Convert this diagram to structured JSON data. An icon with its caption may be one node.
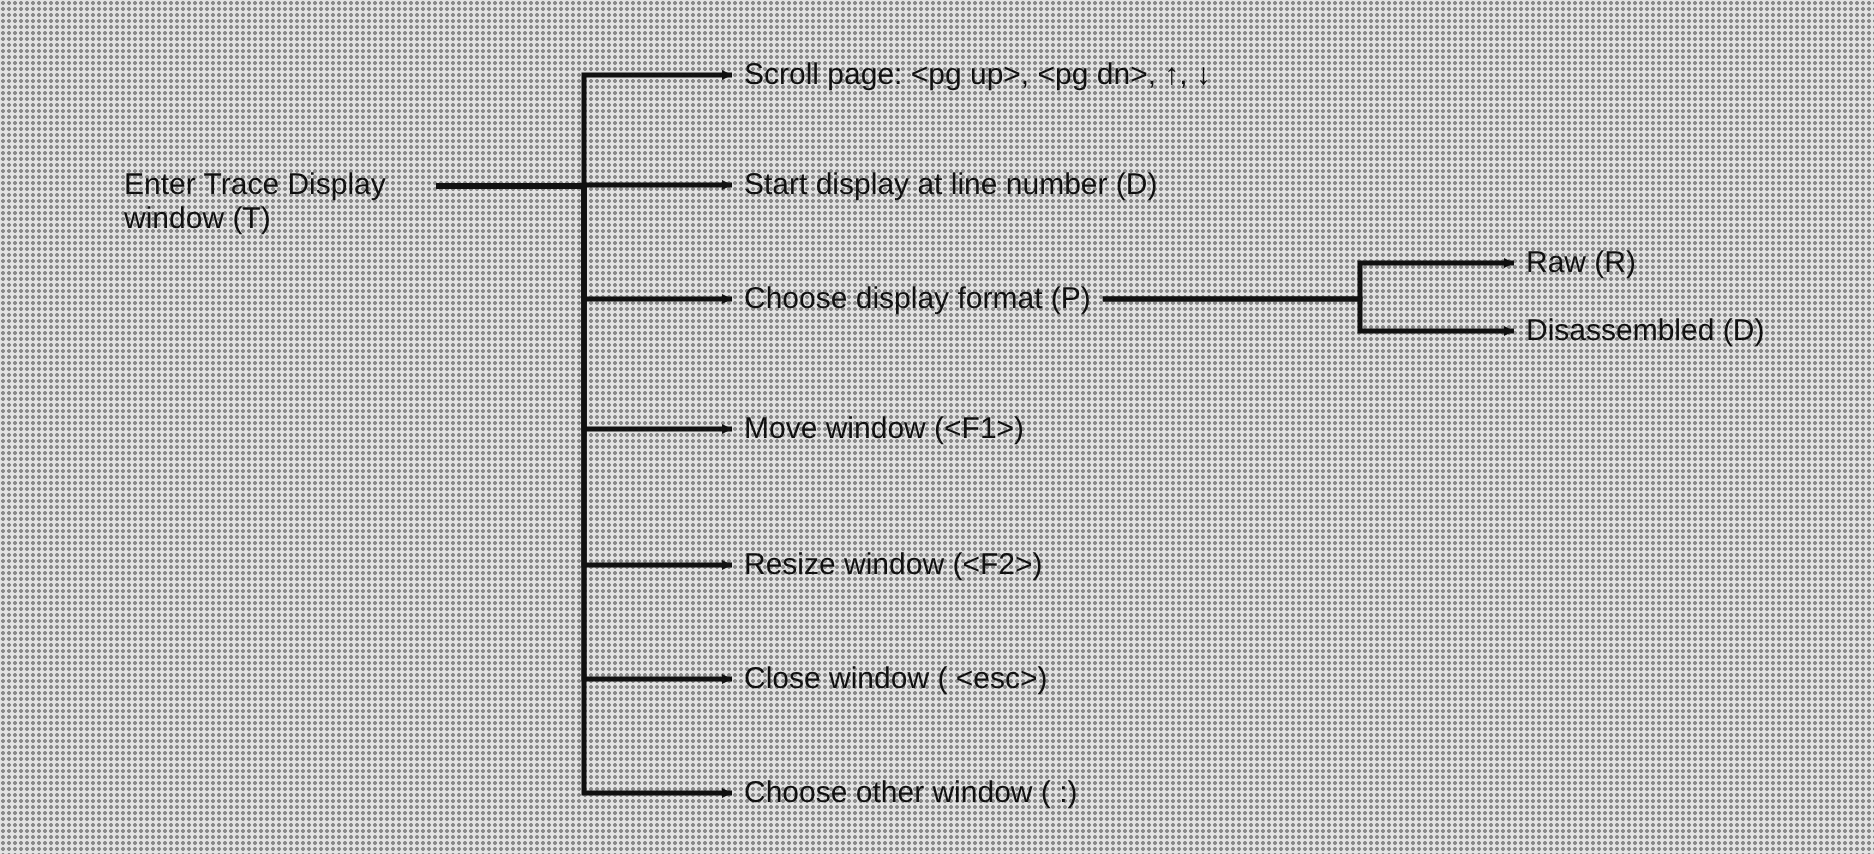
{
  "diagram": {
    "nodes": [
      {
        "text": [
          "Enter Trace Display window (T)"
        ]
      },
      {
        "text": [
          "Scroll page: <pg up>, <pg dn>, ↑, ↓"
        ]
      },
      {
        "text": [
          "Start display at line number (D)"
        ]
      },
      {
        "text": [
          "Choose display format (P)"
        ]
      },
      {
        "text": [
          "Move window (<F1>)"
        ]
      },
      {
        "text": [
          "Resize window (<F2>)"
        ]
      },
      {
        "text": [
          "Close window ( <esc>)"
        ]
      },
      {
        "text": [
          "Choose other window ( :)"
        ]
      },
      {
        "text": [
          "Raw (R)"
        ]
      },
      {
        "text": [
          "Disassembled (D)"
        ]
      }
    ],
    "edges": [
      {
        "from": 0,
        "to": 1,
        "arrow": "to"
      },
      {
        "from": 0,
        "to": 2,
        "arrow": "to"
      },
      {
        "from": 0,
        "to": 3,
        "arrow": "to"
      },
      {
        "from": 0,
        "to": 4,
        "arrow": "to"
      },
      {
        "from": 0,
        "to": 5,
        "arrow": "to"
      },
      {
        "from": 0,
        "to": 6,
        "arrow": "to"
      },
      {
        "from": 0,
        "to": 7,
        "arrow": "to"
      },
      {
        "from": 3,
        "to": 8,
        "arrow": "to"
      },
      {
        "from": 3,
        "to": 9,
        "arrow": "to"
      }
    ]
  }
}
